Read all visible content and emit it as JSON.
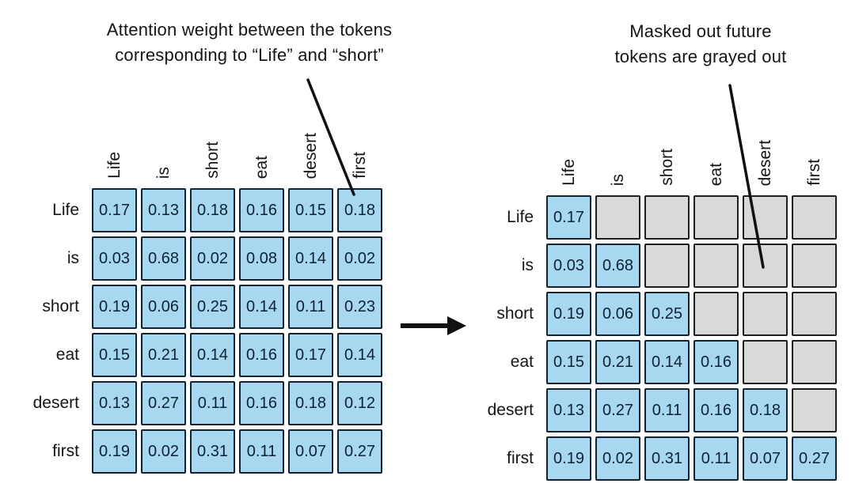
{
  "annotations": {
    "left": {
      "line1": "Attention weight between the tokens",
      "line2": "corresponding to “Life” and “short”"
    },
    "right": {
      "line1": "Masked out future",
      "line2": "tokens are grayed out"
    }
  },
  "tokens": [
    "Life",
    "is",
    "short",
    "eat",
    "desert",
    "first"
  ],
  "matrices": [
    {
      "id": "full-attention",
      "values": [
        [
          "0.17",
          "0.13",
          "0.18",
          "0.16",
          "0.15",
          "0.18"
        ],
        [
          "0.03",
          "0.68",
          "0.02",
          "0.08",
          "0.14",
          "0.02"
        ],
        [
          "0.19",
          "0.06",
          "0.25",
          "0.14",
          "0.11",
          "0.23"
        ],
        [
          "0.15",
          "0.21",
          "0.14",
          "0.16",
          "0.17",
          "0.14"
        ],
        [
          "0.13",
          "0.27",
          "0.11",
          "0.16",
          "0.18",
          "0.12"
        ],
        [
          "0.19",
          "0.02",
          "0.31",
          "0.11",
          "0.07",
          "0.27"
        ]
      ]
    },
    {
      "id": "masked-attention",
      "values": [
        [
          "0.17",
          null,
          null,
          null,
          null,
          null
        ],
        [
          "0.03",
          "0.68",
          null,
          null,
          null,
          null
        ],
        [
          "0.19",
          "0.06",
          "0.25",
          null,
          null,
          null
        ],
        [
          "0.15",
          "0.21",
          "0.14",
          "0.16",
          null,
          null
        ],
        [
          "0.13",
          "0.27",
          "0.11",
          "0.16",
          "0.18",
          null
        ],
        [
          "0.19",
          "0.02",
          "0.31",
          "0.11",
          "0.07",
          "0.27"
        ]
      ]
    }
  ],
  "colors": {
    "cell_fill": "#a8d8f0",
    "cell_border": "#15222e",
    "cell_text": "#0c2233",
    "masked_fill": "#d9d9d9",
    "masked_border": "#1e1e1e",
    "line_color": "#111111"
  }
}
